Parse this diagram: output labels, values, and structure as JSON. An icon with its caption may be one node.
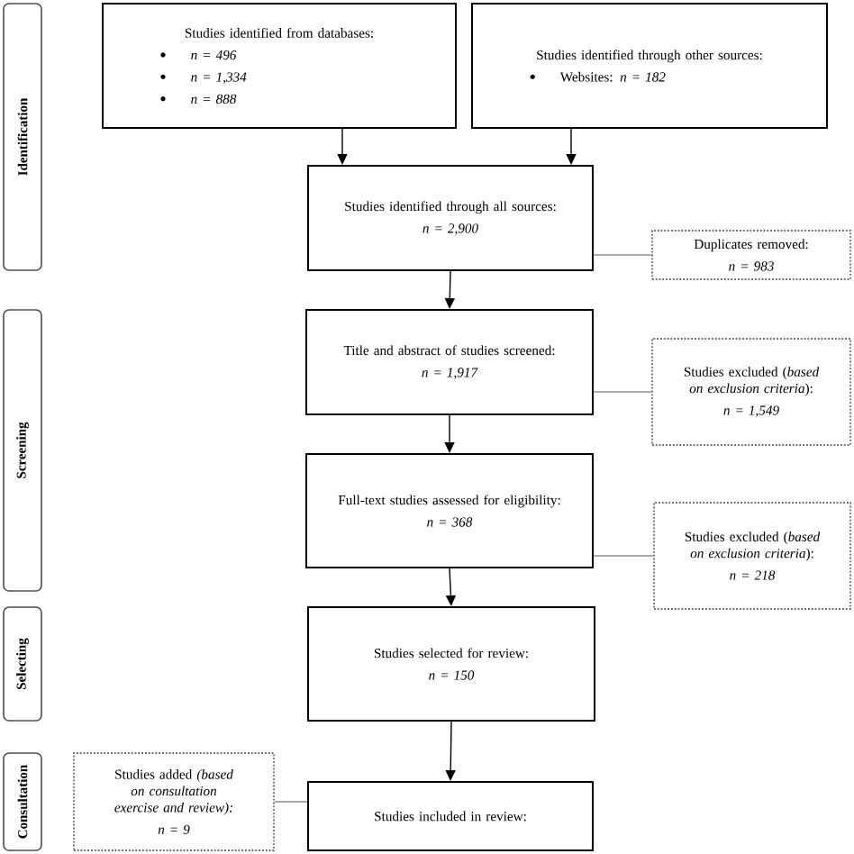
{
  "diagram": {
    "nodes": [
      {
        "text": [
          "Identification"
        ]
      },
      {
        "text": [
          "Studies identified from databases:",
          "n = 496",
          "n = 1,334",
          "n = 888"
        ]
      },
      {
        "text": [
          "Studies identified through other sources:",
          "Websites: *n = 182*"
        ]
      },
      {
        "text": [
          "Studies identified through all sources:",
          "n = 2,900"
        ]
      },
      {
        "text": [
          "Duplicates removed:",
          "n = 983"
        ]
      },
      {
        "text": [
          "Screening"
        ]
      },
      {
        "text": [
          "Title and abstract of studies screened:",
          "n = 1,917"
        ]
      },
      {
        "text": [
          "Studies excluded (*based on exclusion criteria*):",
          "n = 1,549"
        ]
      },
      {
        "text": [
          "Full-text studies assessed for eligibility:",
          "n = 368"
        ]
      },
      {
        "text": [
          "Studies excluded (*based on exclusion criteria*):",
          "n = 218"
        ]
      },
      {
        "text": [
          "Selecting"
        ]
      },
      {
        "text": [
          "Studies selected for review:",
          "n = 150"
        ]
      },
      {
        "text": [
          "Consultation"
        ]
      },
      {
        "text": [
          "Studies added *(based on consultation exercise and review):*",
          "n = 9"
        ]
      },
      {
        "text": [
          "Studies included in review:"
        ]
      }
    ],
    "edges": [
      {
        "from": 1,
        "to": 3,
        "arrow": "to"
      },
      {
        "from": 2,
        "to": 3,
        "arrow": "to"
      },
      {
        "from": 3,
        "to": 4,
        "arrow": "none",
        "color": "#8c8c8c"
      },
      {
        "from": 3,
        "to": 6,
        "arrow": "to"
      },
      {
        "from": 6,
        "to": 7,
        "arrow": "none",
        "color": "#8c8c8c"
      },
      {
        "from": 6,
        "to": 8,
        "arrow": "to"
      },
      {
        "from": 8,
        "to": 9,
        "arrow": "none",
        "color": "#8c8c8c"
      },
      {
        "from": 8,
        "to": 11,
        "arrow": "to"
      },
      {
        "from": 11,
        "to": 14,
        "arrow": "to"
      },
      {
        "from": 13,
        "to": 14,
        "arrow": "none",
        "color": "#8c8c8c"
      }
    ]
  }
}
